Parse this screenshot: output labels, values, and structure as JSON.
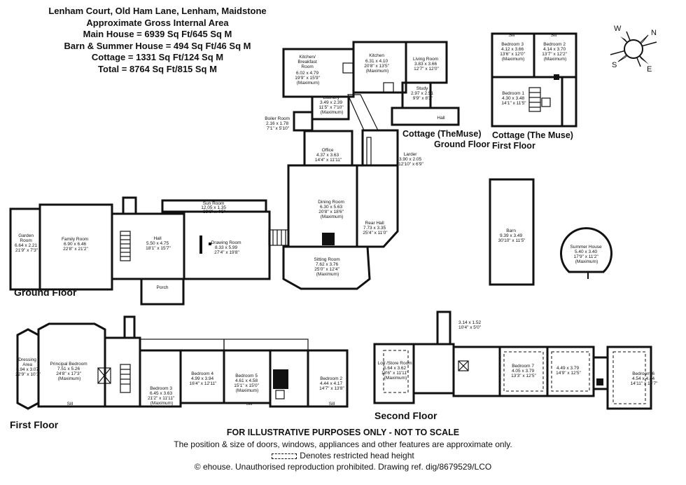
{
  "header": {
    "address": "Lenham Court, Old Ham Lane, Lenham, Maidstone",
    "area_heading": "Approximate Gross Internal Area",
    "main_house": "Main House = 6939 Sq Ft/645 Sq M",
    "barn_summer": "Barn & Summer House = 494 Sq Ft/46 Sq M",
    "cottage": "Cottage = 1331 Sq Ft/124 Sq M",
    "total": "Total = 8764 Sq Ft/815 Sq M"
  },
  "compass": {
    "n": "N",
    "e": "E",
    "s": "S",
    "w": "W",
    "icon": "compass-icon"
  },
  "floors": {
    "ground": "Ground Floor",
    "first": "First Floor",
    "second": "Second Floor",
    "cottage_ground_1": "Cottage (TheMuse)",
    "cottage_ground_2": "Ground Floor",
    "cottage_first_1": "Cottage (The Muse)",
    "cottage_first_2": "First Floor"
  },
  "rooms": {
    "kitchen_breakfast": [
      "Kitchen/",
      "Breakfast",
      "Room",
      "6.02 x 4.79",
      "19'9\" x 15'9\"",
      "(Maximum)"
    ],
    "kitchen": [
      "Kitchen",
      "6.31 x 4.10",
      "20'8\" x 13'5\"",
      "(Maximum)"
    ],
    "living_room": [
      "Living Room",
      "3.83 x 3.66",
      "12'7\" x 12'0\""
    ],
    "study": [
      "Study",
      "2.97 x 2.51",
      "9'9\" x 8'3\""
    ],
    "laundry": [
      "Laundry",
      "3.49 x 2.39",
      "11'5\" x 7'10\"",
      "(Maximum)"
    ],
    "boiler_room": [
      "Boiler Room",
      "2.16 x 1.78",
      "7'1\" x 5'10\""
    ],
    "cottage_hall": [
      "Hall"
    ],
    "office": [
      "Office",
      "4.37 x 3.63",
      "14'4\" x 11'11\""
    ],
    "larder": [
      "Larder",
      "3.90 x 2.05",
      "12'10\" x 6'9\""
    ],
    "dining_room": [
      "Dining Room",
      "6.30 x 5.63",
      "20'8\" x 18'6\"",
      "(Maximum)"
    ],
    "rear_hall": [
      "Rear Hall",
      "7.73 x 3.35",
      "25'4\" x 11'0\""
    ],
    "sitting_room": [
      "Sitting Room",
      "7.62 x 3.76",
      "25'0\" x 12'4\"",
      "(Maximum)"
    ],
    "sun_room": [
      "Sun Room",
      "12.05 x 1.35",
      "39'6\" x 4'5\""
    ],
    "drawing_room": [
      "Drawing Room",
      "8.33 x 5.99",
      "27'4\" x 19'8\""
    ],
    "hall": [
      "Hall",
      "5.50 x 4.75",
      "18'1\" x 15'7\""
    ],
    "porch": [
      "Porch"
    ],
    "family_room": [
      "Family Room",
      "6.90 x 6.46",
      "22'8\" x 21'2\""
    ],
    "garden_room": [
      "Garden",
      "Room",
      "6.64 x 2.21",
      "21'9\" x 7'3\""
    ],
    "c_bedroom3": [
      "Bedroom 3",
      "4.12 x 3.66",
      "13'6\" x 12'0\"",
      "(Maximum)"
    ],
    "c_bedroom2": [
      "Bedroom 2",
      "4.14 x 3.70",
      "13'7\" x 12'2\"",
      "(Maximum)"
    ],
    "c_bedroom1": [
      "Bedroom 1",
      "4.30 x 3.48",
      "14'1\" x 11'5\""
    ],
    "barn": [
      "Barn",
      "9.39 x 3.49",
      "30'10\" x 11'5\""
    ],
    "summer_house": [
      "Summer House",
      "5.40 x 3.40",
      "17'9\" x 11'2\"",
      "(Maximum)"
    ],
    "dressing_area": [
      "Dressing",
      "Area",
      "6.94 x 3.07",
      "22'9\" x 10'1\""
    ],
    "principal_bedroom": [
      "Principal Bedroom",
      "7.51 x 5.26",
      "24'8\" x 17'3\"",
      "(Maximum)"
    ],
    "bedroom3": [
      "Bedroom 3",
      "6.45 x 3.63",
      "21'2\" x 11'11\"",
      "(Maximum)"
    ],
    "bedroom4": [
      "Bedroom 4",
      "4.99 x 3.94",
      "16'4\" x 12'11\""
    ],
    "bedroom5": [
      "Bedroom 5",
      "4.61 x 4.58",
      "15'1\" x 15'0\"",
      "(Maximum)"
    ],
    "bedroom2": [
      "Bedroom 2",
      "4.44 x 4.17",
      "14'7\" x 13'8\""
    ],
    "loft": [
      "Loft /Store Room",
      "5.64 x 3.62",
      "18'6\" x 11'11\"",
      "(Maximum)"
    ],
    "small_room": [
      "3.14 x 1.52",
      "10'4\" x 5'0\""
    ],
    "bedroom7": [
      "Bedroom 7",
      "4.05 x 3.79",
      "13'3\" x 12'5\""
    ],
    "unnamed_room": [
      "4.49 x 3.79",
      "14'9\" x 12'5\""
    ],
    "bedroom6": [
      "Bedroom 6",
      "4.54 x 4.44",
      "14'11\" x 14'7\""
    ]
  },
  "sill_label": "Sill",
  "footer": {
    "illustrative": "FOR ILLUSTRATIVE PURPOSES ONLY - NOT TO SCALE",
    "note": "The position & size of doors, windows, appliances and other features are approximate only.",
    "head_height": "Denotes restricted head height",
    "copyright": "© ehouse. Unauthorised reproduction prohibited. Drawing ref. dig/8679529/LCO"
  }
}
